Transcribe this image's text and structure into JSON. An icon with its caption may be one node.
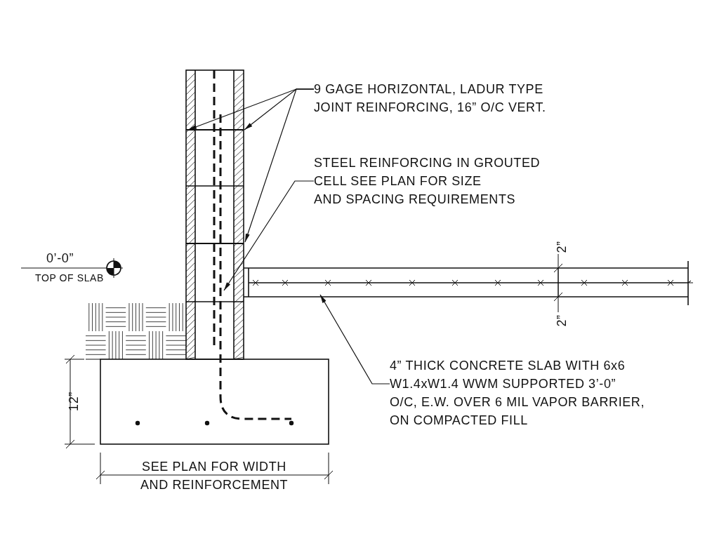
{
  "diagram": {
    "nodes": [
      {
        "text": [
          "9 GAGE HORIZONTAL, LADUR TYPE JOINT REINFORCING, 16” O/C VERT."
        ]
      },
      {
        "text": [],
        "shape": "bar"
      },
      {
        "text": [],
        "shape": "bar"
      },
      {
        "text": [
          "STEEL REINFORCING IN GROUTED CELL SEE PLAN FOR SIZE AND SPACING REQUIREMENTS"
        ]
      },
      {
        "text": [],
        "shape": "bar"
      },
      {
        "text": [
          "4” THICK CONCRETE SLAB WITH 6x6 W1.4xW1.4 WWM SUPPORTED 3’-0” O/C, E.W. OVER 6 MIL VAPOR BARRIER, ON COMPACTED FILL"
        ]
      },
      {
        "text": [],
        "shape": "bar"
      }
    ],
    "edges": [
      {
        "from": 0,
        "to": 1,
        "arrow": "to"
      },
      {
        "from": 0,
        "to": 1,
        "arrow": "to"
      },
      {
        "from": 0,
        "to": 2,
        "arrow": "to"
      },
      {
        "from": 3,
        "to": 4,
        "arrow": "to"
      },
      {
        "from": 5,
        "to": 6,
        "arrow": "to"
      }
    ],
    "labels": [
      "0’-0”",
      "TOP OF SLAB",
      "2”",
      "2”",
      "12”",
      "SEE PLAN FOR WIDTH AND REINFORCEMENT"
    ]
  }
}
